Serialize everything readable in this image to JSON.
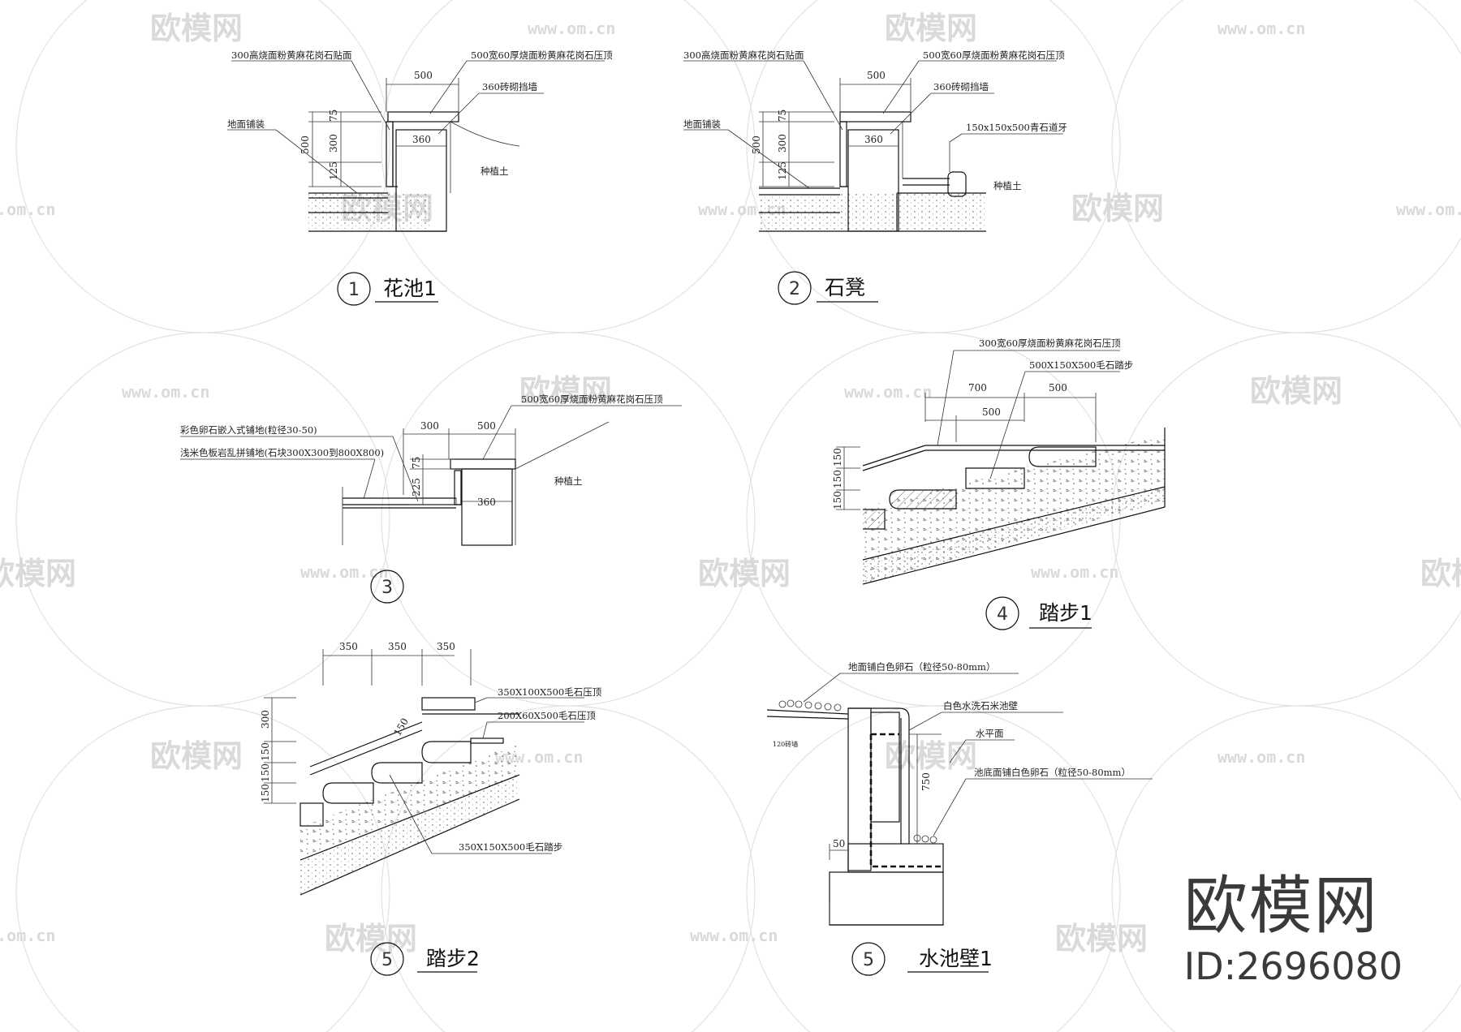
{
  "watermark": {
    "text": "欧模网",
    "url": "www.om.cn"
  },
  "brand": {
    "name": "欧模网",
    "id": "ID:2696080"
  },
  "details": {
    "d1": {
      "number": "1",
      "title": "花池1",
      "notes": [
        "300高烧面粉黄麻花岗石贴面",
        "500宽60厚烧面粉黄麻花岗石压顶",
        "360砖砌挡墙",
        "地面铺装",
        "种植土"
      ],
      "dims": [
        "500",
        "75",
        "300",
        "125",
        "500",
        "360"
      ]
    },
    "d2": {
      "number": "2",
      "title": "石凳",
      "notes": [
        "300高烧面粉黄麻花岗石贴面",
        "500宽60厚烧面粉黄麻花岗石压顶",
        "360砖砌挡墙",
        "地面铺装",
        "150x150x500青石道牙",
        "种植土"
      ],
      "dims": [
        "500",
        "75",
        "300",
        "125",
        "500",
        "360"
      ]
    },
    "d3": {
      "number": "3",
      "title": "",
      "notes": [
        "彩色卵石嵌入式铺地(粒径30-50)",
        "浅米色板岩乱拼铺地(石块300X300到800X800)",
        "500宽60厚烧面粉黄麻花岗石压顶",
        "种植土"
      ],
      "dims": [
        "300",
        "500",
        "75",
        "225",
        "360"
      ]
    },
    "d4": {
      "number": "4",
      "title": "踏步1",
      "notes": [
        "300宽60厚烧面粉黄麻花岗石压顶",
        "500X150X500毛石踏步"
      ],
      "dims": [
        "700",
        "500",
        "500",
        "150",
        "150",
        "150"
      ]
    },
    "d5": {
      "number": "5",
      "title": "踏步2",
      "notes": [
        "350X100X500毛石压顶",
        "200X60X500毛石压顶",
        "350X150X500毛石踏步"
      ],
      "dims": [
        "350",
        "350",
        "350",
        "300",
        "150",
        "150",
        "150",
        "150"
      ]
    },
    "d6": {
      "number": "5",
      "title": "水池壁1",
      "notes": [
        "地面铺白色卵石（粒径50-80mm）",
        "白色水洗石米池壁",
        "水平面",
        "池底面铺白色卵石（粒径50-80mm）",
        "120砖墙"
      ],
      "dims": [
        "750",
        "50"
      ]
    }
  }
}
